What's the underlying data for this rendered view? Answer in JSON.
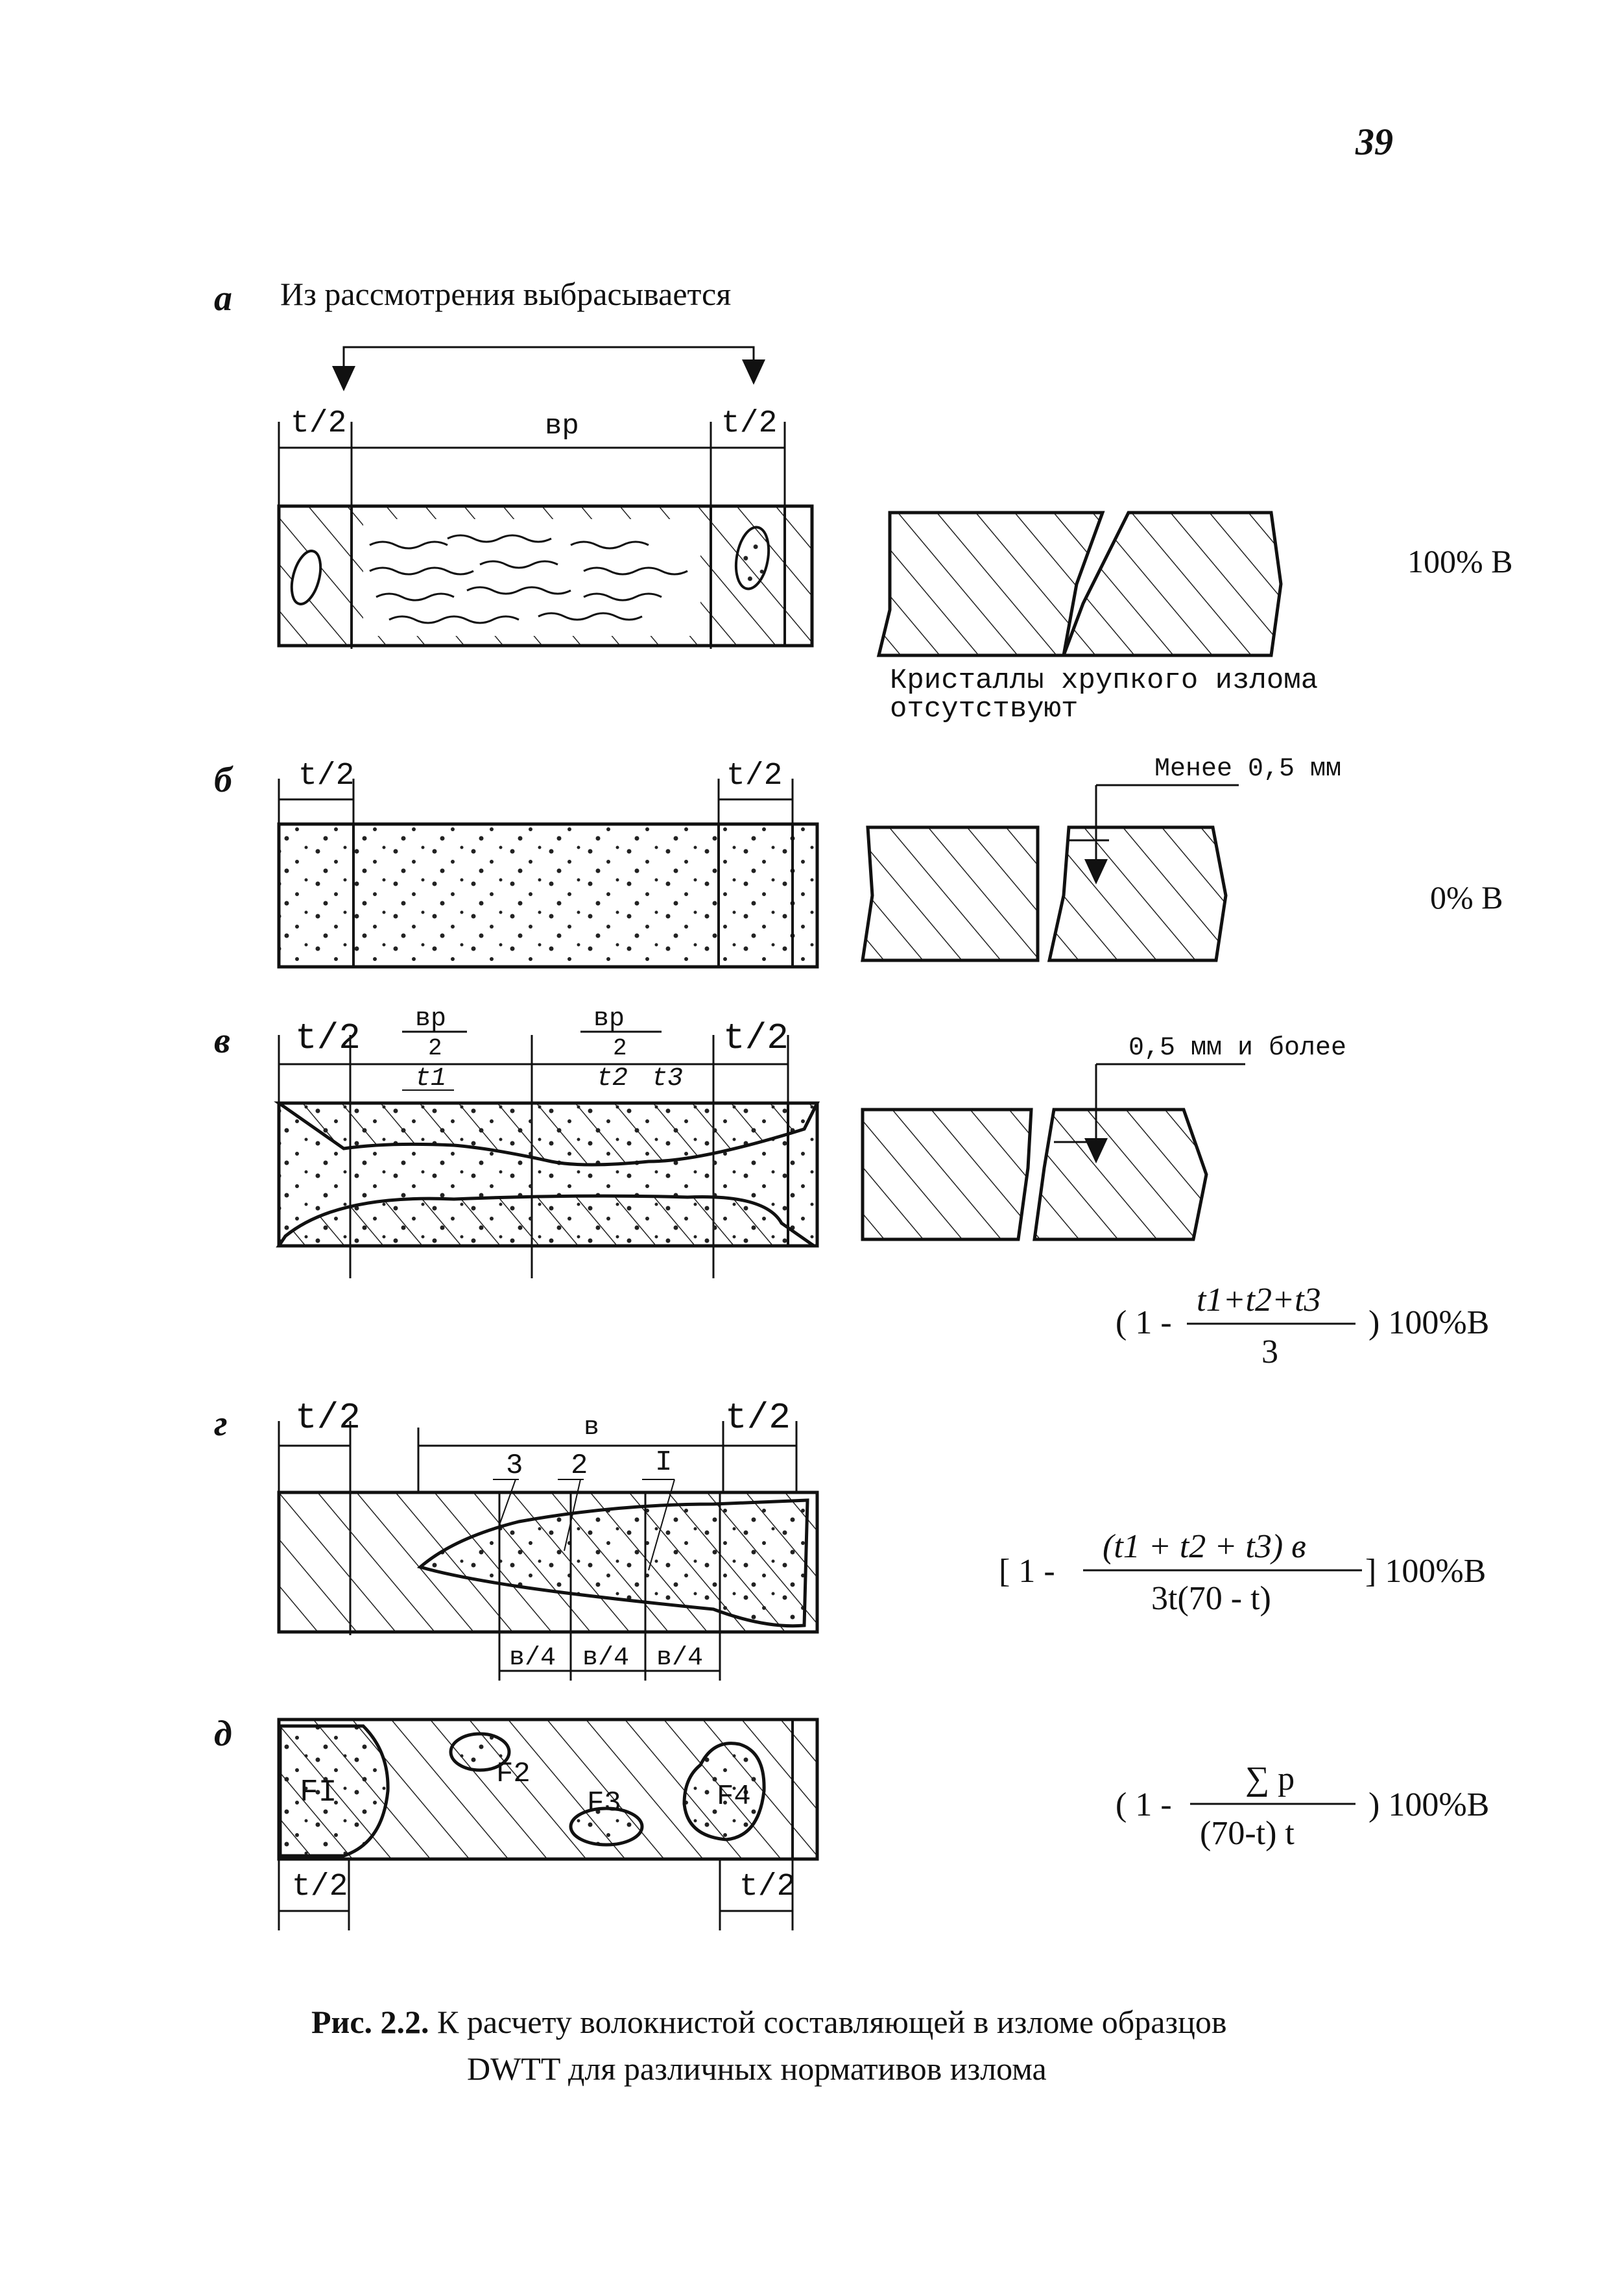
{
  "page_number": "39",
  "panels": {
    "a": {
      "letter": "а",
      "header": "Из рассмотрения выбрасывается",
      "dim_half_left": "t/2",
      "dim_mid": "вр",
      "dim_half_right": "t/2",
      "note": [
        "Кристаллы хрупкого излома",
        "отсутствуют"
      ],
      "result": "100% В"
    },
    "b": {
      "letter": "б",
      "dim_half_left": "t/2",
      "dim_half_right": "t/2",
      "note": "Менее 0,5 мм",
      "result": "0% В"
    },
    "v": {
      "letter": "в",
      "dim_half_left": "t/2",
      "dim_vr_num": "вр",
      "dim_vr_den": "2",
      "dim_half_right": "t/2",
      "t1": "t1",
      "t2": "t2",
      "t3": "t3",
      "note": "0,5 мм и более",
      "formula": {
        "open": "( 1 -",
        "num": "t1+t2+t3",
        "den": "3",
        "close": ") 100%В"
      }
    },
    "g": {
      "letter": "г",
      "dim_half_left": "t/2",
      "dim_mid": "в",
      "dim_half_right": "t/2",
      "zone_labels": [
        "3",
        "2",
        "I"
      ],
      "quarters": [
        "в/4",
        "в/4",
        "в/4"
      ],
      "formula": {
        "open": "[ 1 -",
        "num": "(t1 + t2 + t3) в",
        "den": "3t(70 - t)",
        "close": "] 100%В"
      }
    },
    "d": {
      "letter": "д",
      "spots": [
        "FI",
        "F2",
        "F3",
        "F4"
      ],
      "dim_half_left": "t/2",
      "dim_half_right": "t/2",
      "formula": {
        "open": "( 1 -",
        "num": "∑ p",
        "den": "(70-t) t",
        "close": ") 100%В"
      }
    }
  },
  "caption": {
    "lead": "Рис. 2.2.",
    "line1": "К расчету волокнистой составляющей в изломе образцов",
    "line2": "DWTT для различных нормативов излома"
  }
}
